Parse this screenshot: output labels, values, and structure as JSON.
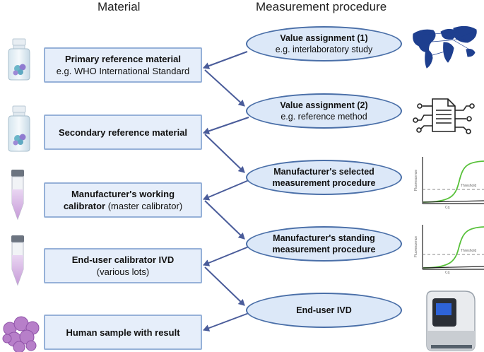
{
  "headers": {
    "material": "Material",
    "procedure": "Measurement procedure"
  },
  "materials": [
    {
      "title": "Primary reference material",
      "sub": "e.g. WHO International Standard"
    },
    {
      "title": "Secondary reference material"
    },
    {
      "title_bold": "Manufacturer's working",
      "title_bold2": "calibrator",
      "sub": " (master calibrator)"
    },
    {
      "title": "End-user calibrator IVD",
      "sub": "(various lots)"
    },
    {
      "title": "Human sample with result"
    }
  ],
  "procedures": [
    {
      "title": "Value assignment (1)",
      "sub": "e.g. interlaboratory study"
    },
    {
      "title": "Value assignment (2)",
      "sub": "e.g. reference method"
    },
    {
      "title": "Manufacturer's selected",
      "title2": "measurement procedure"
    },
    {
      "title": "Manufacturer's standing",
      "title2": "measurement procedure"
    },
    {
      "title": "End-user IVD"
    }
  ],
  "plot_labels": {
    "ylabel": "Fluorescence",
    "xlabel": "Cq",
    "threshold": "Threshold"
  },
  "colors": {
    "box_fill": "#e6eefa",
    "box_border": "#96b1d8",
    "ellipse_fill": "#dce8f8",
    "ellipse_border": "#4a6fa8",
    "arrow": "#4a5c9a",
    "curve": "#58c13a"
  },
  "icons": [
    "vial-icon",
    "vial-icon",
    "tube-icon",
    "tube-icon",
    "cells-icon",
    "world-network-icon",
    "document-circuit-icon",
    "pcr-curve-icon",
    "pcr-curve-icon",
    "analyzer-device-icon"
  ]
}
